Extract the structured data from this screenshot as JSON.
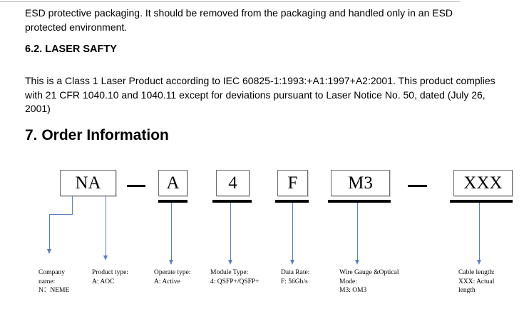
{
  "esd_paragraph": "ESD protective packaging. It should be removed from the packaging and handled only in an ESD protected environment.",
  "laser_heading": "6.2. LASER SAFTY",
  "laser_paragraph": "This is a Class 1 Laser Product according to IEC 60825-1:1993:+A1:1997+A2:2001.    This product complies with 21 CFR 1040.10 and 1040.11 except for deviations pursuant to Laser Notice No. 50, dated (July 26, 2001)",
  "order_heading": "7. Order Information",
  "codes": {
    "company": "NA",
    "operate": "A",
    "module": "4",
    "rate": "F",
    "wire": "M3",
    "cable": "XXX"
  },
  "labels": {
    "company": "Company\nname:\nN：NEME",
    "product": "Product type:\nA:  AOC",
    "operate": "Operate type:\nA:  Active",
    "module": "Module Type:\n4:  QSFP+/QSFP+",
    "rate": "Data Rate:\nF:  56Gb/s",
    "wire": "Wire Gauge &Optical\nMode:\nM3:  OM3",
    "cable": "Cable length:\nXXX:  Actual\nlength"
  },
  "colors": {
    "arrow": "#5b7fc1",
    "box_border": "#6d6d6d"
  }
}
